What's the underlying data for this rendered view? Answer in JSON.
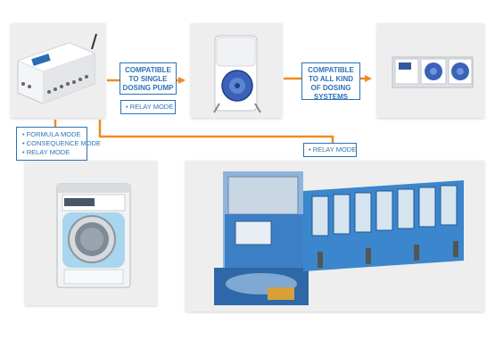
{
  "labels": {
    "single_pump": "COMPATIBLE TO SINGLE DOSING PUMP",
    "all_systems": "COMPATIBLE TO ALL KIND OF DOSING SYSTEMS"
  },
  "tags": {
    "relay_mode_top": "• RELAY MODE",
    "relay_mode_bottom": "• RELAY MODE",
    "modes": [
      "• FORMULA MODE",
      "• CONSEQUENCE MODE",
      "• RELAY MODE"
    ]
  },
  "colors": {
    "arrow": "#f28a1e",
    "label_border": "#2b73b8",
    "panel": "#eeeeee"
  },
  "icons": {
    "controller": "controller-box-icon",
    "pump": "peristaltic-pump-icon",
    "dosing_system": "multi-pump-dosing-system-icon",
    "washer": "washing-machine-icon",
    "tunnel": "tunnel-washer-icon"
  }
}
